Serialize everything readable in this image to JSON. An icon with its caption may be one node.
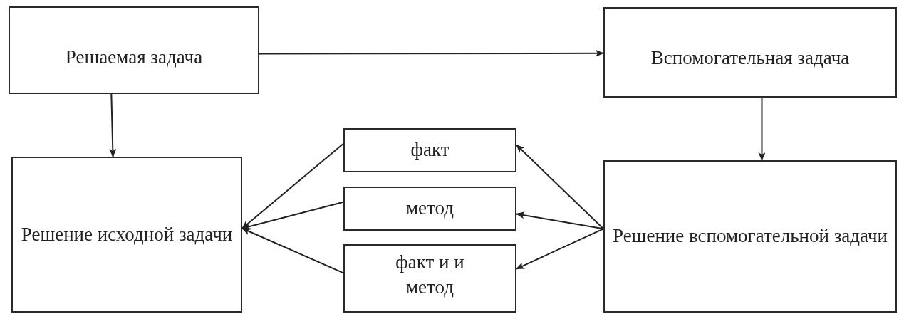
{
  "diagram": {
    "nodes": [
      {
        "text": [
          "Решаемая задача"
        ]
      },
      {
        "text": [
          "Вспомогательная задача"
        ]
      },
      {
        "text": [
          "Решение исходной задачи"
        ]
      },
      {
        "text": [
          "факт"
        ]
      },
      {
        "text": [
          "метод"
        ]
      },
      {
        "text": [
          "факт и и метод"
        ]
      },
      {
        "text": [
          "Решение вспомогательной задачи"
        ]
      }
    ],
    "edges": [
      {
        "from": 0,
        "to": 1,
        "arrow": "to"
      },
      {
        "from": 0,
        "to": 2,
        "arrow": "to"
      },
      {
        "from": 1,
        "to": 6,
        "arrow": "to"
      },
      {
        "from": 6,
        "to": 3,
        "arrow": "to"
      },
      {
        "from": 6,
        "to": 4,
        "arrow": "to"
      },
      {
        "from": 6,
        "to": 5,
        "arrow": "to"
      },
      {
        "from": 3,
        "to": 2,
        "arrow": "to"
      },
      {
        "from": 4,
        "to": 2,
        "arrow": "to"
      },
      {
        "from": 5,
        "to": 2,
        "arrow": "to"
      }
    ]
  }
}
